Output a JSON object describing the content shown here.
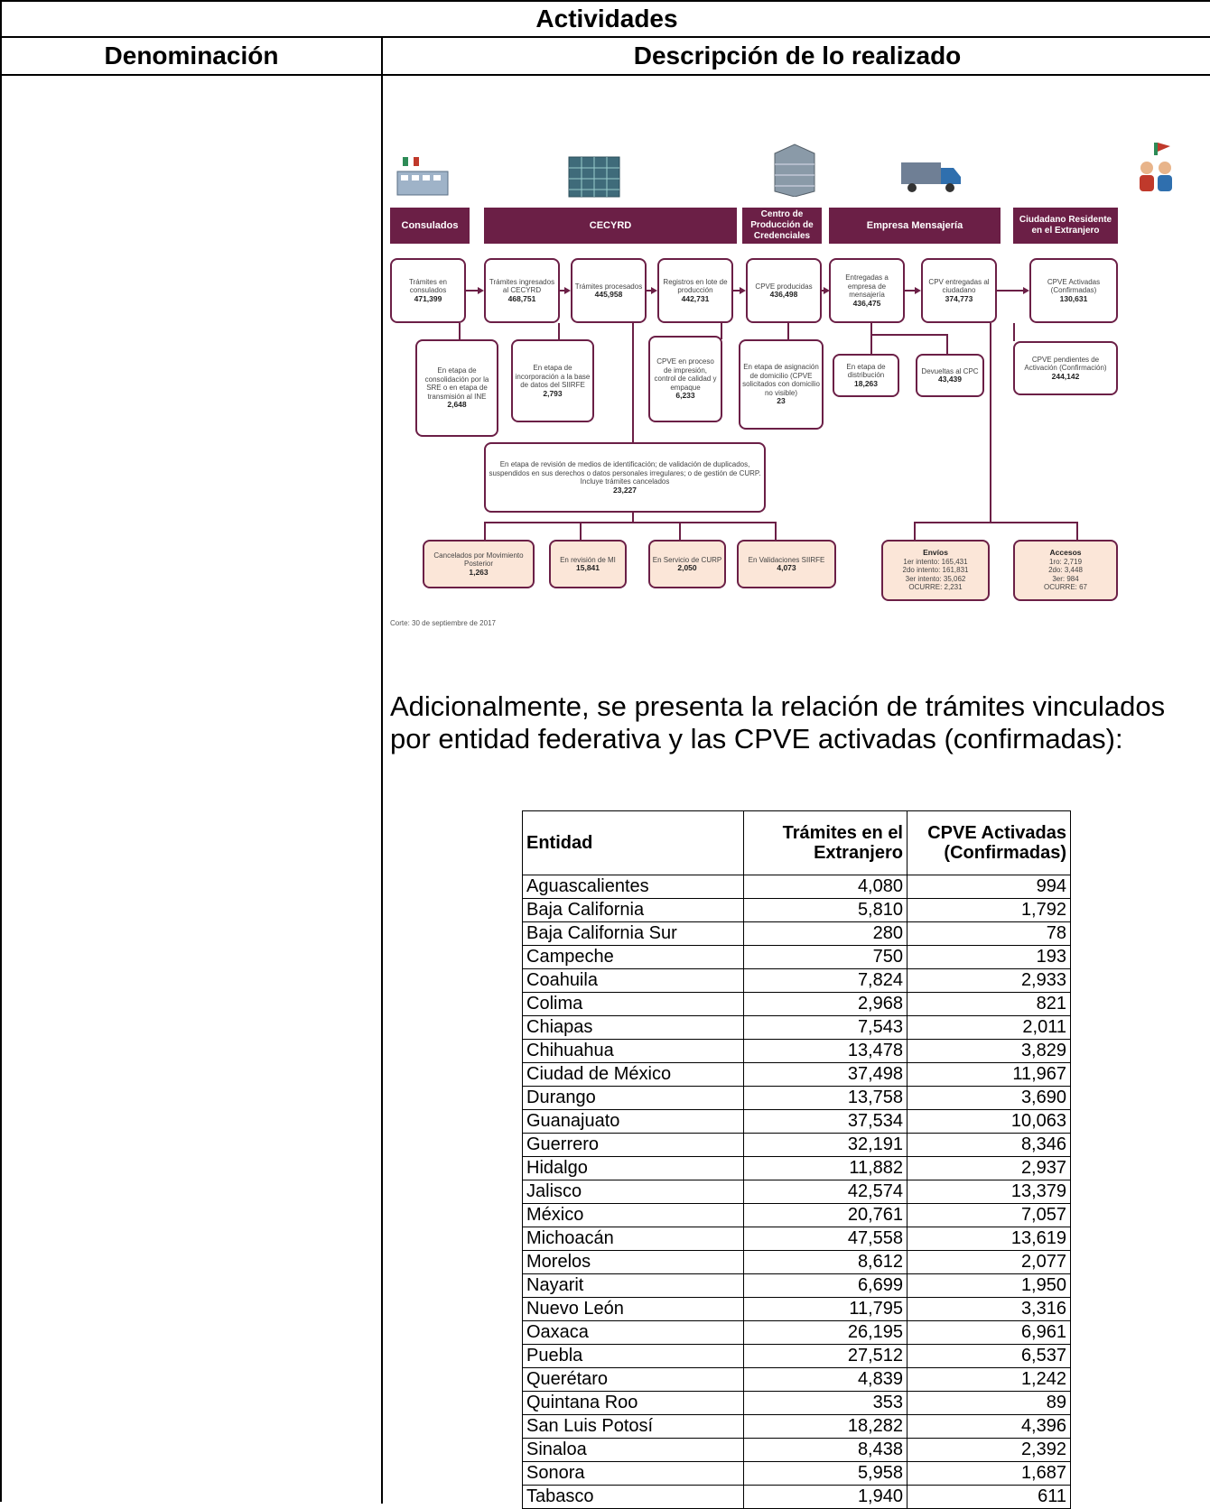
{
  "header": {
    "title": "Actividades",
    "col_left": "Denominación",
    "col_right": "Descripción de lo realizado"
  },
  "diagram": {
    "bands": {
      "consulados": "Consulados",
      "cecyrd": "CECYRD",
      "centro": "Centro de Producción de Credenciales",
      "empresa": "Empresa Mensajería",
      "ciudadano": "Ciudadano Residente en el Extranjero"
    },
    "boxes": {
      "b1_text": "Trámites en consulados",
      "b1_num": "471,399",
      "b2_text": "Trámites ingresados al CECYRD",
      "b2_num": "468,751",
      "b3_text": "Trámites procesados",
      "b3_num": "445,958",
      "b4_text": "Registros en lote de producción",
      "b4_num": "442,731",
      "b5_text": "CPVE producidas",
      "b5_num": "436,498",
      "b6_text": "Entregadas a empresa de mensajería",
      "b6_num": "436,475",
      "b7_text": "CPV entregadas al ciudadano",
      "b7_num": "374,773",
      "b8_text": "CPVE Activadas (Confirmadas)",
      "b8_num": "130,631",
      "c1_text": "En etapa de consolidación por la SRE o en etapa de transmisión al INE",
      "c1_num": "2,648",
      "c2_text": "En etapa de incorporación a la base de datos del SIIRFE",
      "c2_num": "2,793",
      "c3_text": "CPVE en proceso de impresión, control de calidad y empaque",
      "c3_num": "6,233",
      "c4_text": "En etapa de asignación de domicilio (CPVE solicitados con domicilio no visible)",
      "c4_num": "23",
      "c5_text": "En etapa de distribución",
      "c5_num": "18,263",
      "c6_text": "Devueltas al CPC",
      "c6_num": "43,439",
      "c7_text": "CPVE pendientes de Activación (Confirmación)",
      "c7_num": "244,142",
      "d1_text": "En etapa de revisión de medios de identificación; de validación de duplicados, suspendidos en sus derechos o datos personales irregulares; o de gestión de CURP. Incluye trámites cancelados",
      "d1_num": "23,227",
      "e1_text": "Cancelados por Movimiento Posterior",
      "e1_num": "1,263",
      "e2_text": "En revisión de MI",
      "e2_num": "15,841",
      "e3_text": "En Servicio de CURP",
      "e3_num": "2,050",
      "e4_text": "En Validaciones SIIRFE",
      "e4_num": "4,073",
      "e5_title": "Envíos",
      "e5_l1": "1er intento: 165,431",
      "e5_l2": "2do intento: 161,831",
      "e5_l3": "3er intento: 35,062",
      "e5_l4": "OCURRE: 2,231",
      "e6_title": "Accesos",
      "e6_l1": "1ro: 2,719",
      "e6_l2": "2do: 3,448",
      "e6_l3": "3er: 984",
      "e6_l4": "OCURRE: 67"
    },
    "note": "Corte: 30 de septiembre de 2017"
  },
  "paragraph": {
    "line1": "Adicionalmente, se presenta la relación de trámites vinculados",
    "line2": "por entidad federativa y las CPVE activadas (confirmadas):"
  },
  "table": {
    "h0": "Entidad",
    "h1": "Trámites en el Extranjero",
    "h2": "CPVE Activadas (Confirmadas)",
    "rows": [
      [
        "Aguascalientes",
        "4,080",
        "994"
      ],
      [
        "Baja California",
        "5,810",
        "1,792"
      ],
      [
        "Baja California Sur",
        "280",
        "78"
      ],
      [
        "Campeche",
        "750",
        "193"
      ],
      [
        "Coahuila",
        "7,824",
        "2,933"
      ],
      [
        "Colima",
        "2,968",
        "821"
      ],
      [
        "Chiapas",
        "7,543",
        "2,011"
      ],
      [
        "Chihuahua",
        "13,478",
        "3,829"
      ],
      [
        "Ciudad de México",
        "37,498",
        "11,967"
      ],
      [
        "Durango",
        "13,758",
        "3,690"
      ],
      [
        "Guanajuato",
        "37,534",
        "10,063"
      ],
      [
        "Guerrero",
        "32,191",
        "8,346"
      ],
      [
        "Hidalgo",
        "11,882",
        "2,937"
      ],
      [
        "Jalisco",
        "42,574",
        "13,379"
      ],
      [
        "México",
        "20,761",
        "7,057"
      ],
      [
        "Michoacán",
        "47,558",
        "13,619"
      ],
      [
        "Morelos",
        "8,612",
        "2,077"
      ],
      [
        "Nayarit",
        "6,699",
        "1,950"
      ],
      [
        "Nuevo León",
        "11,795",
        "3,316"
      ],
      [
        "Oaxaca",
        "26,195",
        "6,961"
      ],
      [
        "Puebla",
        "27,512",
        "6,537"
      ],
      [
        "Querétaro",
        "4,839",
        "1,242"
      ],
      [
        "Quintana Roo",
        "353",
        "89"
      ],
      [
        "San Luis Potosí",
        "18,282",
        "4,396"
      ],
      [
        "Sinaloa",
        "8,438",
        "2,392"
      ],
      [
        "Sonora",
        "5,958",
        "1,687"
      ],
      [
        "Tabasco",
        "1,940",
        "611"
      ]
    ]
  }
}
